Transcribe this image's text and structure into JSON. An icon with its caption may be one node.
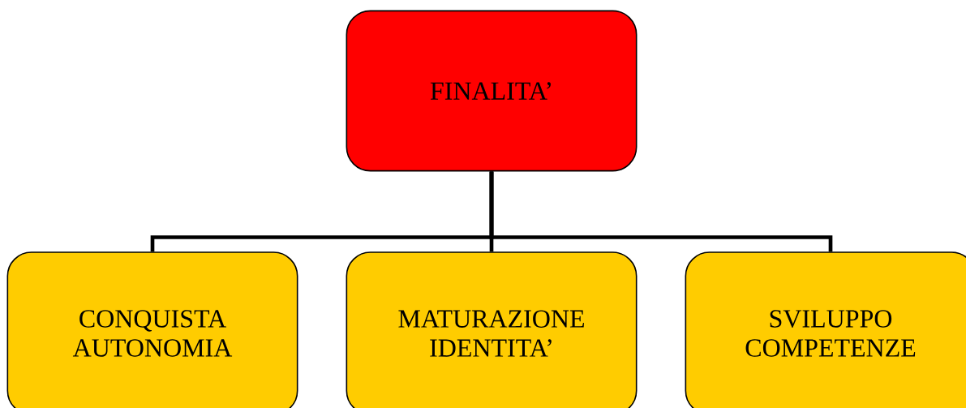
{
  "diagram": {
    "nodes": [
      {
        "text": [
          "FINALITA’"
        ]
      },
      {
        "text": [
          "CONQUISTA AUTONOMIA"
        ]
      },
      {
        "text": [
          "MATURAZIONE IDENTITA’"
        ]
      },
      {
        "text": [
          "SVILUPPO COMPETENZE"
        ]
      }
    ],
    "edges": [
      {
        "from": 0,
        "to": 1,
        "arrow": "none"
      },
      {
        "from": 0,
        "to": 2,
        "arrow": "none"
      },
      {
        "from": 0,
        "to": 3,
        "arrow": "none"
      }
    ]
  }
}
